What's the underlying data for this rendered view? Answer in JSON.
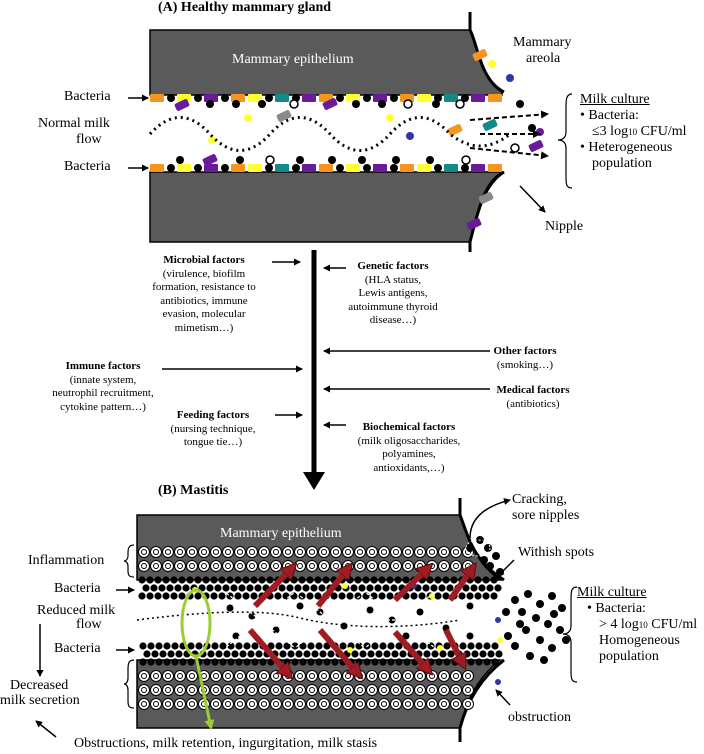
{
  "panel_a": {
    "title": "(A) Healthy mammary gland",
    "epithelium": "Mammary epithelium",
    "areola_1": "Mammary",
    "areola_2": "areola",
    "bacteria_top": "Bacteria",
    "bacteria_bottom": "Bacteria",
    "flow_1": "Normal milk",
    "flow_2": "flow",
    "nipple": "Nipple",
    "culture": {
      "title": "Milk culture",
      "line1": "• Bacteria:",
      "line2_pre": "≤3 log",
      "line2_sub": "10",
      "line2_post": " CFU/ml",
      "line3": "• Heterogeneous",
      "line4": "population"
    }
  },
  "factors": {
    "microbial": {
      "title": "Microbial factors",
      "lines": [
        "(virulence, biofilm",
        "formation, resistance to",
        "antibiotics, immune",
        "evasion, molecular",
        "mimetism…)"
      ]
    },
    "genetic": {
      "title": "Genetic factors",
      "lines": [
        "(HLA status,",
        "Lewis antigens,",
        "autoimmune thyroid",
        "disease…)"
      ]
    },
    "immune": {
      "title": "Immune factors",
      "lines": [
        "(innate system,",
        "neutrophil recruitment,",
        "cytokine pattern…)"
      ]
    },
    "other": {
      "title": "Other factors",
      "lines": [
        "(smoking…)"
      ]
    },
    "medical": {
      "title": "Medical factors",
      "lines": [
        "(antibiotics)"
      ]
    },
    "feeding": {
      "title": "Feeding factors",
      "lines": [
        "(nursing technique,",
        "tongue tie…)"
      ]
    },
    "biochemical": {
      "title": "Biochemical factors",
      "lines": [
        "(milk oligosaccharides,",
        "polyamines,",
        "antioxidants,…)"
      ]
    }
  },
  "panel_b": {
    "title": "(B) Mastitis",
    "epithelium": "Mammary epithelium",
    "cracking_1": "Cracking,",
    "cracking_2": "sore nipples",
    "withish": "Withish spots",
    "inflammation": "Inflammation",
    "bacteria_top": "Bacteria",
    "bacteria_bottom": "Bacteria",
    "flow_1": "Reduced milk",
    "flow_2": "flow",
    "decreased_1": "Decreased",
    "decreased_2": "milk secretion",
    "obstruction": "obstruction",
    "bottom_caption": "Obstructions, milk retention, ingurgitation, milk stasis",
    "culture": {
      "title": "Milk culture",
      "line1": "• Bacteria:",
      "line2_pre": "> 4 log",
      "line2_sub": "10",
      "line2_post": " CFU/ml",
      "line3": "Homogeneous",
      "line4": "population"
    }
  },
  "colors": {
    "tissue": "#5a5a5a",
    "orange": "#f7941d",
    "yellow": "#ffff33",
    "purple": "#6a1b9a",
    "teal": "#138a8a",
    "grey": "#8a8a8a",
    "blue": "#3333aa",
    "red_arrow": "#a01c22",
    "green": "#9acd32"
  }
}
